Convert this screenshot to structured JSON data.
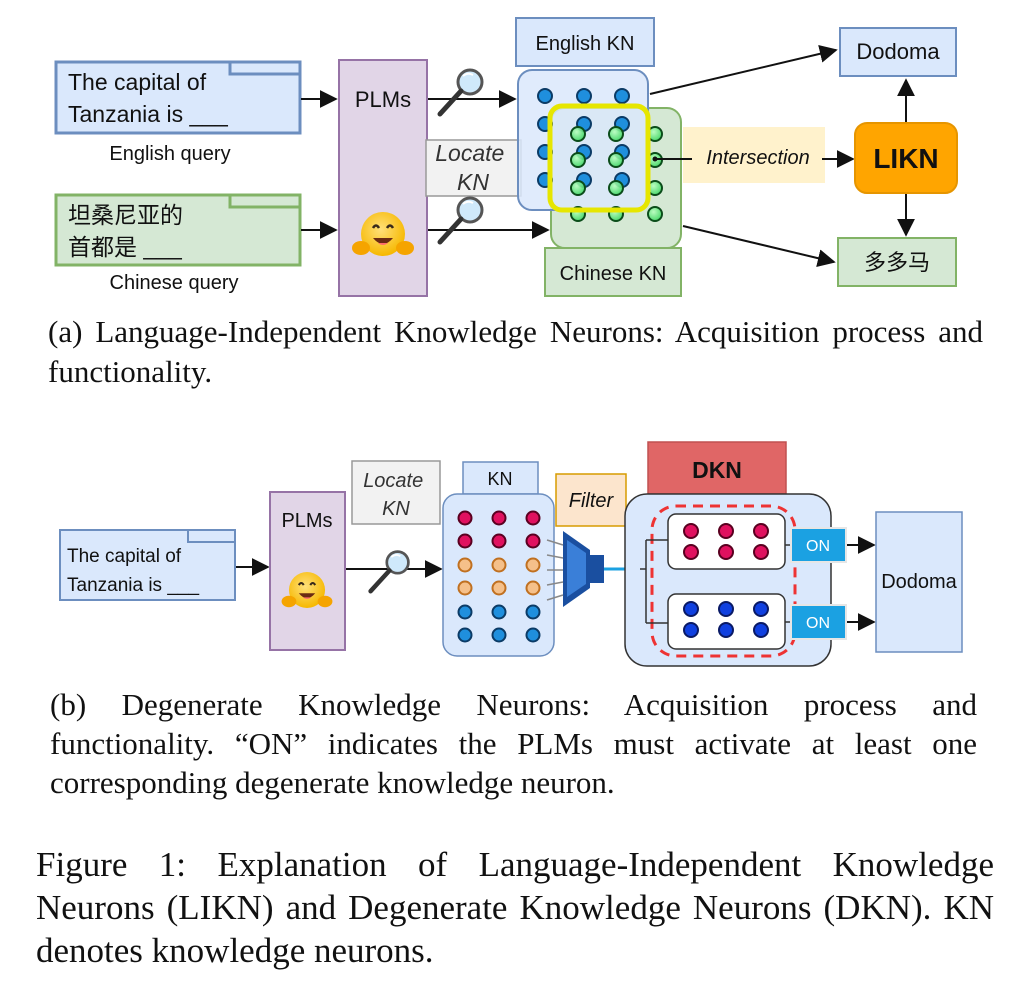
{
  "panel_a": {
    "english_query": [
      "The capital of",
      "Tanzania is ___"
    ],
    "english_query_label": "English query",
    "chinese_query": [
      "坦桑尼亚的",
      "首都是 ___"
    ],
    "chinese_query_label": "Chinese query",
    "plms_label": "PLMs",
    "locate_kn": [
      "Locate",
      "KN"
    ],
    "english_kn_label": "English KN",
    "chinese_kn_label": "Chinese KN",
    "intersection_label": "Intersection",
    "likn_label": "LIKN",
    "output_english": "Dodoma",
    "output_chinese": "多多马",
    "caption": "(a) Language-Independent Knowledge Neurons: Acquisition process and functionality."
  },
  "panel_b": {
    "query": [
      "The capital of",
      "Tanzania is ___"
    ],
    "plms_label": "PLMs",
    "locate_kn": [
      "Locate",
      "KN"
    ],
    "kn_label": "KN",
    "filter_label": "Filter",
    "dkn_label": "DKN",
    "on_labels": [
      "ON",
      "ON"
    ],
    "output": "Dodoma",
    "caption": "(b) Degenerate Knowledge Neurons: Acquisition process and functionality. “ON” indicates the PLMs must activate at least one corresponding degenerate knowledge neuron."
  },
  "figure_caption": "Figure 1: Explanation of Language-Independent Knowledge Neurons (LIKN) and Degenerate Knowledge Neurons (DKN). KN denotes knowledge neurons.",
  "colors": {
    "english_blue": "#dbe8f7",
    "english_border": "#6c8ebf",
    "chinese_green": "#d5e8d4",
    "chinese_border": "#82b366",
    "plms_purple": "#e1d5e7",
    "plms_border": "#9673a6",
    "likn_orange": "#ffa500",
    "dkn_red": "#e06666",
    "filter_orange": "#fce5cd",
    "intersection_yellow": "#fff2cc",
    "on_cyan": "#1ba1e2",
    "neuron_blue": "#1f8fdd",
    "neuron_green": "#4de86a",
    "neuron_pink": "#e0115f",
    "neuron_orange": "#f5c08a",
    "neuron_darkblue": "#1040e0"
  }
}
